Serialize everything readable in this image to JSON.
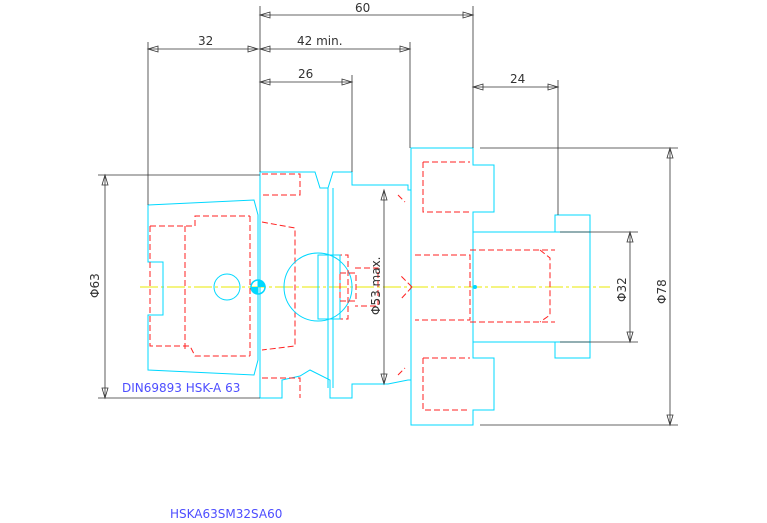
{
  "dimensions": {
    "overall_length": "60",
    "shank_length": "32",
    "min_length": "42 min.",
    "collar_length": "26",
    "screw_length": "24",
    "shank_diameter": "Φ63",
    "max_diameter": "Φ53 max.",
    "bore_diameter": "Φ32",
    "body_diameter": "Φ78"
  },
  "labels": {
    "standard": "DIN69893 HSK-A 63",
    "part_number": "HSKA63SM32SA60"
  },
  "colors": {
    "outline": "#00d8ff",
    "hidden_lines": "#ff2020",
    "dimension_lines": "#333333",
    "center_line": "#e8e800",
    "label_text": "#4d4dff"
  }
}
